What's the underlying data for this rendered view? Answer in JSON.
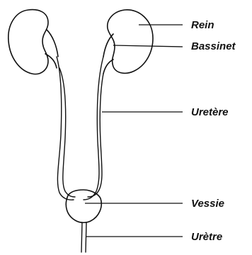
{
  "labels": {
    "rein": "Rein",
    "bassinet": "Bassinet",
    "uretere": "Uretère",
    "vessie": "Vessie",
    "uretre": "Urètre"
  }
}
